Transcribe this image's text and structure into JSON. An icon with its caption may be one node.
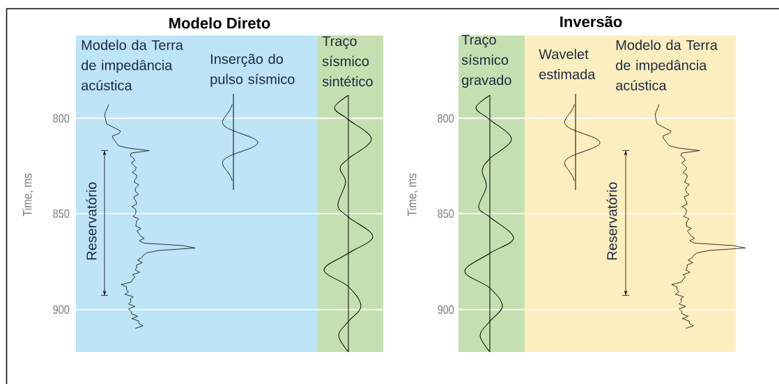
{
  "diagram": {
    "nodes": [
      {
        "text": [
          "Modelo da Terra de impedância acústica",
          "Inserção do pulso sísmico"
        ]
      },
      {
        "text": [
          "Traço sísmico sintético"
        ]
      },
      {
        "text": [
          "Traço sísmico gravado"
        ]
      },
      {
        "text": [
          "Wavelet estimada",
          "Modelo da Terra de impedância acústica"
        ]
      }
    ],
    "labels": [
      "Modelo Direto",
      "Inversão",
      "Time, ms",
      "800",
      "850",
      "900",
      "Reservatório",
      "Time, ms",
      "800",
      "850",
      "900",
      "Reservatório"
    ]
  }
}
